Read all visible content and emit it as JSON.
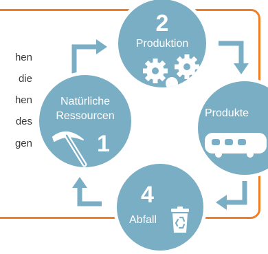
{
  "colors": {
    "frame": "#ee7f26",
    "circle": "#7aaec4",
    "arrow": "#7aaec4",
    "text": "#3b3b3b"
  },
  "left_text": {
    "lines": [
      "hen",
      "die",
      "hen",
      "des",
      "gen"
    ]
  },
  "cycle": {
    "production": {
      "number": "2",
      "label": "Produktion",
      "icon": "gears-icon"
    },
    "products": {
      "label": "Produkte",
      "icon": "bus-icon"
    },
    "waste": {
      "number": "4",
      "label": "Abfall",
      "icon": "recycling-bin-icon"
    },
    "resources": {
      "number": "1",
      "label_line1": "Natürliche",
      "label_line2": "Ressourcen",
      "icon": "pickaxe-icon"
    }
  }
}
